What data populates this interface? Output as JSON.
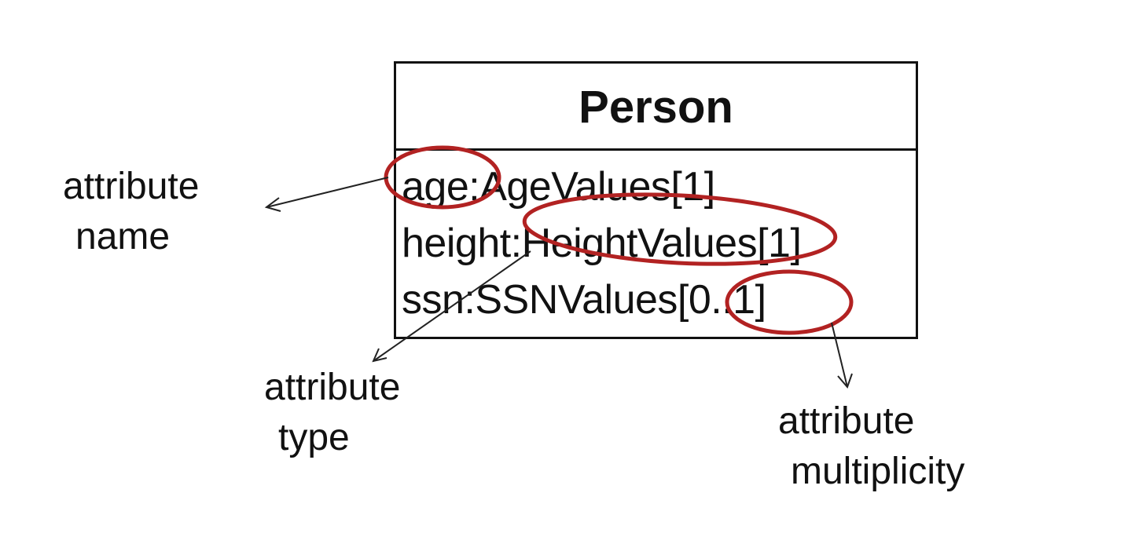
{
  "class": {
    "name": "Person",
    "attributes": [
      "age:AgeValues[1]",
      "height:HeightValues[1]",
      "ssn:SSNValues[0..1]"
    ]
  },
  "callouts": {
    "name": {
      "line1": "attribute",
      "line2": "name"
    },
    "type": {
      "line1": "attribute",
      "line2": "type"
    },
    "multiplicity": {
      "line1": "attribute",
      "line2": "multiplicity"
    }
  },
  "colors": {
    "highlight": "#b22222",
    "ink": "#111111"
  }
}
